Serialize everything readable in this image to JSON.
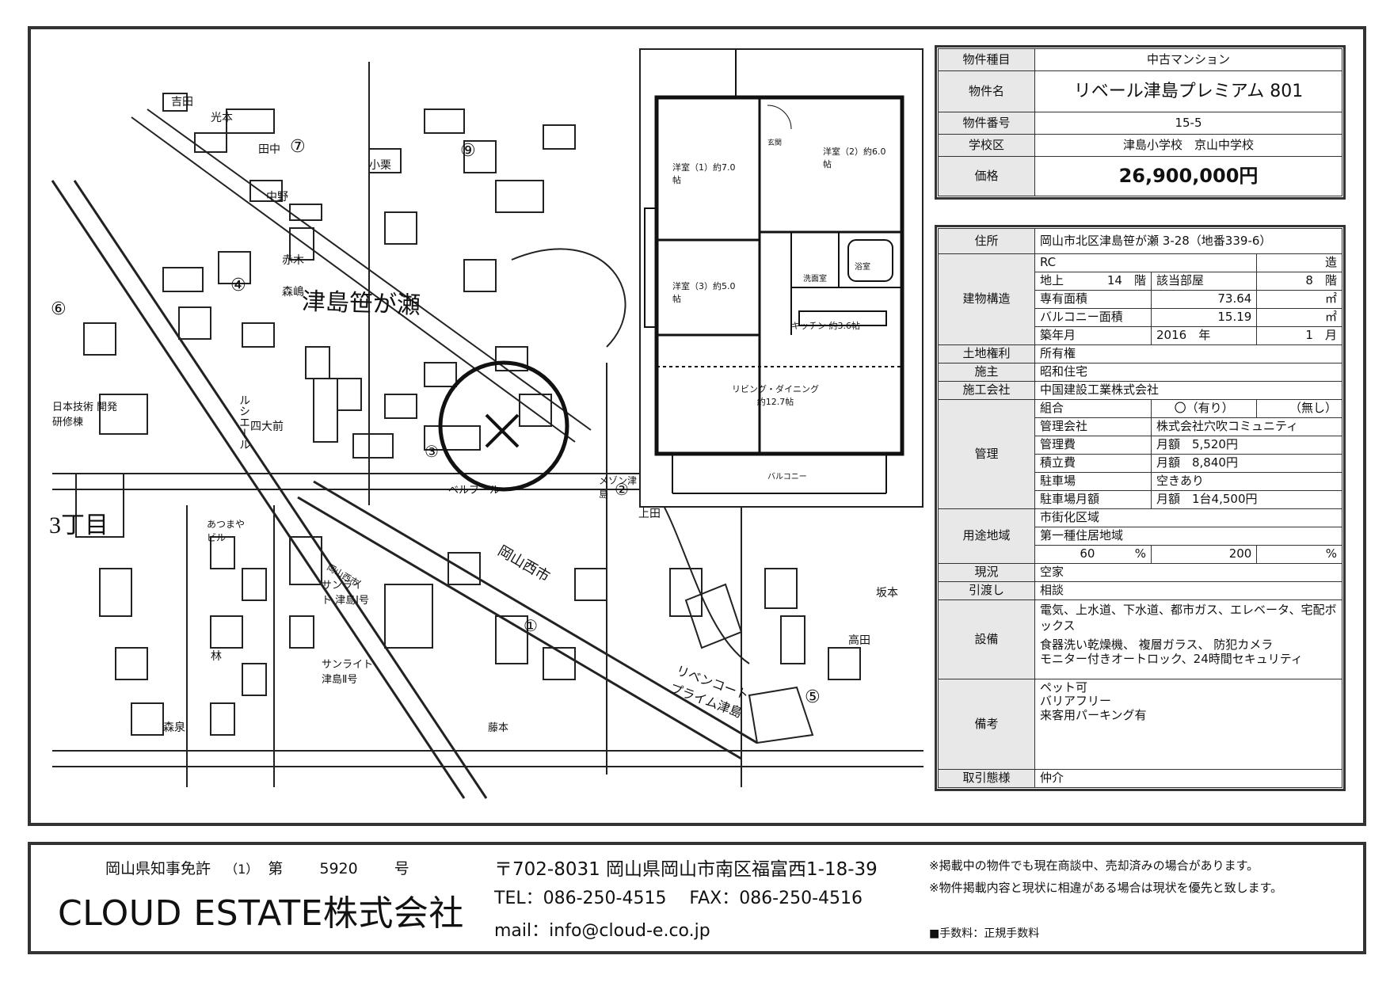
{
  "property": {
    "type_label": "物件種目",
    "type": "中古マンション",
    "name_label": "物件名",
    "name": "リベール津島プレミアム 801",
    "number_label": "物件番号",
    "number": "15-5",
    "school_label": "学校区",
    "school": "津島小学校　京山中学校",
    "price_label": "価格",
    "price": "26,900,000円"
  },
  "details": {
    "address_label": "住所",
    "address": "岡山市北区津島笹が瀬 3-28（地番339-6）",
    "structure_label": "建物構造",
    "structure_type": "RC",
    "structure_type_suffix": "造",
    "floors_above": "地上",
    "floors_count": "14",
    "floors_unit": "階",
    "room_floor_label": "該当部屋",
    "room_floor": "8",
    "room_floor_unit": "階",
    "area_label": "専有面積",
    "area": "73.64",
    "area_unit": "㎡",
    "balcony_label": "バルコニー面積",
    "balcony": "15.19",
    "balcony_unit": "㎡",
    "built_label": "築年月",
    "built_year": "2016",
    "year_unit": "年",
    "built_month": "1",
    "month_unit": "月",
    "land_label": "土地権利",
    "land": "所有権",
    "owner_label": "施主",
    "owner": "昭和住宅",
    "builder_label": "施工会社",
    "builder": "中国建設工業株式会社",
    "management_label": "管理",
    "union_label": "組合",
    "union_yes": "〇（有り）",
    "union_no": "（無し）",
    "mgmt_company_label": "管理会社",
    "mgmt_company": "株式会社穴吹コミュニティ",
    "mgmt_fee_label": "管理費",
    "mgmt_fee": "月額　5,520円",
    "reserve_label": "積立費",
    "reserve": "月額　8,840円",
    "parking_label": "駐車場",
    "parking": "空きあり",
    "parking_fee_label": "駐車場月額",
    "parking_fee": "月額　1台4,500円",
    "zoning_label": "用途地域",
    "zoning1": "市街化区域",
    "zoning2": "第一種住居地域",
    "coverage": "60",
    "coverage_unit": "%",
    "far": "200",
    "far_unit": "%",
    "status_label": "現況",
    "status": "空家",
    "handover_label": "引渡し",
    "handover": "相談",
    "facilities_label": "設備",
    "facilities1": "電気、上水道、下水道、都市ガス、エレベータ、宅配ボックス",
    "facilities2": "食器洗い乾燥機、 複層ガラス、 防犯カメラ",
    "facilities3": "モニター付きオートロック、24時間セキュリティ",
    "remarks_label": "備考",
    "remarks1": "ペット可",
    "remarks2": "バリアフリー",
    "remarks3": "来客用パーキング有",
    "deal_label": "取引態様",
    "deal": "仲介"
  },
  "map": {
    "area_name": "津島笹が瀬",
    "area_name2": "3丁目",
    "road_name": "岡山西市",
    "bus_stop": "四大前",
    "labels": [
      "吉田",
      "光本",
      "田中",
      "中野",
      "小栗",
      "赤木",
      "森嶋",
      "リベンコート プライム津島",
      "ルシエール",
      "サンライト 津島Ⅱ号",
      "サンライト 津島Ⅰ号",
      "ベルフール",
      "上田",
      "坂本",
      "高田",
      "林",
      "森泉",
      "藤本",
      "日本技術 開発研修棟",
      "あつまや ビル",
      "メゾン津島",
      "岡山西市"
    ],
    "circled_numbers": [
      "⑦",
      "⑨",
      "④",
      "⑥",
      "③",
      "②",
      "①",
      "⑤"
    ]
  },
  "floorplan": {
    "rooms": [
      "洋室（1）約7.0帖",
      "洋室（2）約6.0帖",
      "洋室（3）約5.0帖",
      "キッチン 約3.6帖",
      "リビング・ダイニング 約12.7帖",
      "洗面室",
      "浴室",
      "バルコニー",
      "玄関"
    ]
  },
  "footer": {
    "license_pref": "岡山県知事免許",
    "license_num": "（1）",
    "license_dai": "第",
    "license_no": "5920",
    "license_go": "号",
    "company": "CLOUD ESTATE株式会社",
    "address": "〒702-8031 岡山県岡山市南区福富西1-18-39",
    "tel": "TEL：086-250-4515　 FAX：086-250-4516",
    "mail": "mail：info@cloud-e.co.jp",
    "note1": "※掲載中の物件でも現在商談中、売却済みの場合があります。",
    "note2": "※物件掲載内容と現状に相違がある場合は現状を優先と致します。",
    "fee": "■手数料：正規手数料"
  }
}
